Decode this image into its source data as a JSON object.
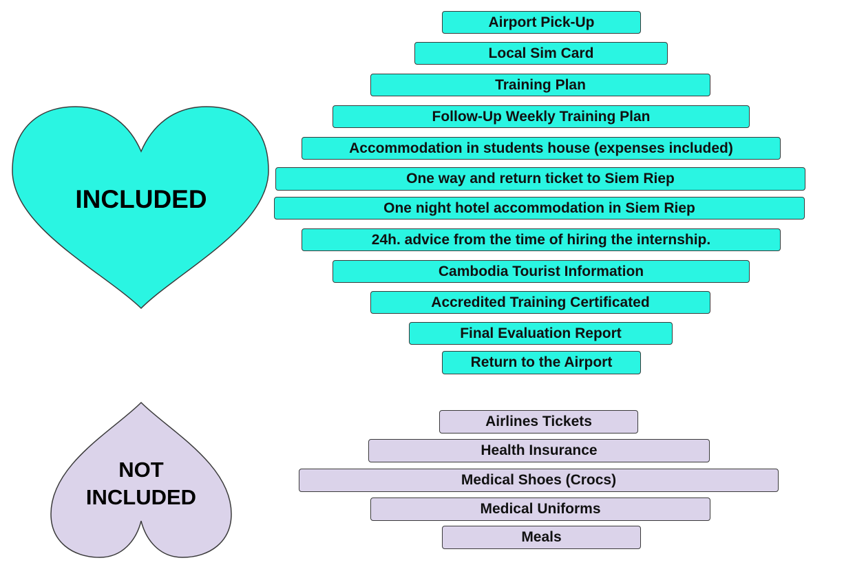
{
  "colors": {
    "included_fill": "#2af5e2",
    "not_included_fill": "#dbd3ea",
    "outline": "#3a3a3a"
  },
  "included": {
    "heading": "INCLUDED",
    "items": [
      "Airport Pick-Up",
      "Local Sim Card",
      "Training Plan",
      "Follow-Up Weekly Training Plan",
      "Accommodation in students house (expenses included)",
      "One way and return ticket to Siem Riep",
      "One night hotel accommodation in Siem Riep",
      "24h. advice from the time of hiring the internship.",
      "Cambodia Tourist Information",
      "Accredited Training Certificated",
      "Final Evaluation Report",
      "Return to the Airport"
    ]
  },
  "not_included": {
    "heading": "NOT\nINCLUDED",
    "items": [
      "Airlines Tickets",
      "Health Insurance",
      "Medical Shoes (Crocs)",
      "Medical Uniforms",
      "Meals"
    ]
  }
}
